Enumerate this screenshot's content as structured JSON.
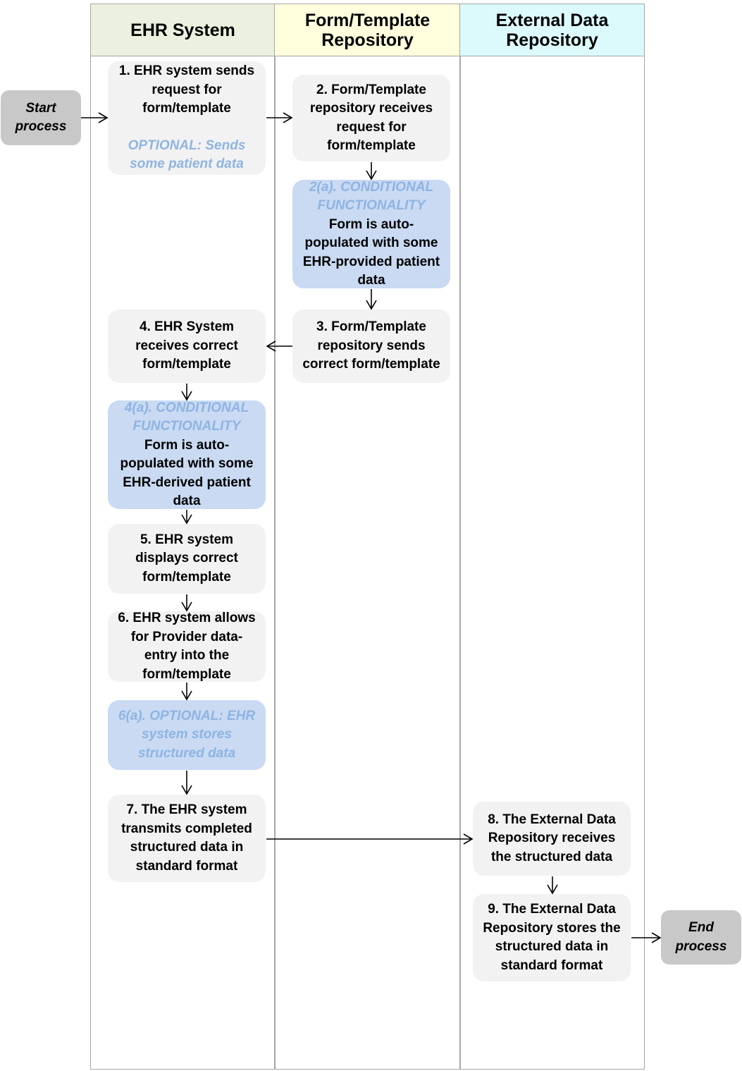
{
  "lanes": [
    {
      "title": "EHR System",
      "color": "#ebf1de"
    },
    {
      "title": "Form/Template Repository",
      "color": "#ffffdd"
    },
    {
      "title": "External Data Repository",
      "color": "#dcfafc"
    }
  ],
  "start": "Start process",
  "end": "End process",
  "steps": {
    "s1": {
      "text": "1. EHR system sends request for form/template",
      "note": "OPTIONAL: Sends some patient data"
    },
    "s2": {
      "text": "2. Form/Template repository receives request for form/template"
    },
    "s2a": {
      "note": "2(a). CONDITIONAL FUNCTIONALITY",
      "text": "Form is auto-populated with some EHR-provided patient data"
    },
    "s3": {
      "text": "3. Form/Template repository sends correct form/template"
    },
    "s4": {
      "text": "4. EHR System receives correct form/template"
    },
    "s4a": {
      "note": "4(a). CONDITIONAL FUNCTIONALITY",
      "text": "Form is auto-populated with some EHR-derived patient data"
    },
    "s5": {
      "text": "5. EHR system displays correct form/template"
    },
    "s6": {
      "text": "6. EHR system allows for Provider data-entry into the form/template"
    },
    "s6a": {
      "note": "6(a). OPTIONAL: EHR system stores structured data"
    },
    "s7": {
      "text": "7. The EHR system transmits completed structured data in standard format"
    },
    "s8": {
      "text": "8. The External Data Repository receives the structured data"
    },
    "s9": {
      "text": "9. The External Data Repository stores the structured data in standard format"
    }
  },
  "colors": {
    "note_text": "#8eb4e3",
    "step_fill": "#f2f2f2",
    "conditional_fill": "#c9daf2",
    "terminal_fill": "#c8c8c8",
    "lane_border": "#a6a6a6"
  }
}
